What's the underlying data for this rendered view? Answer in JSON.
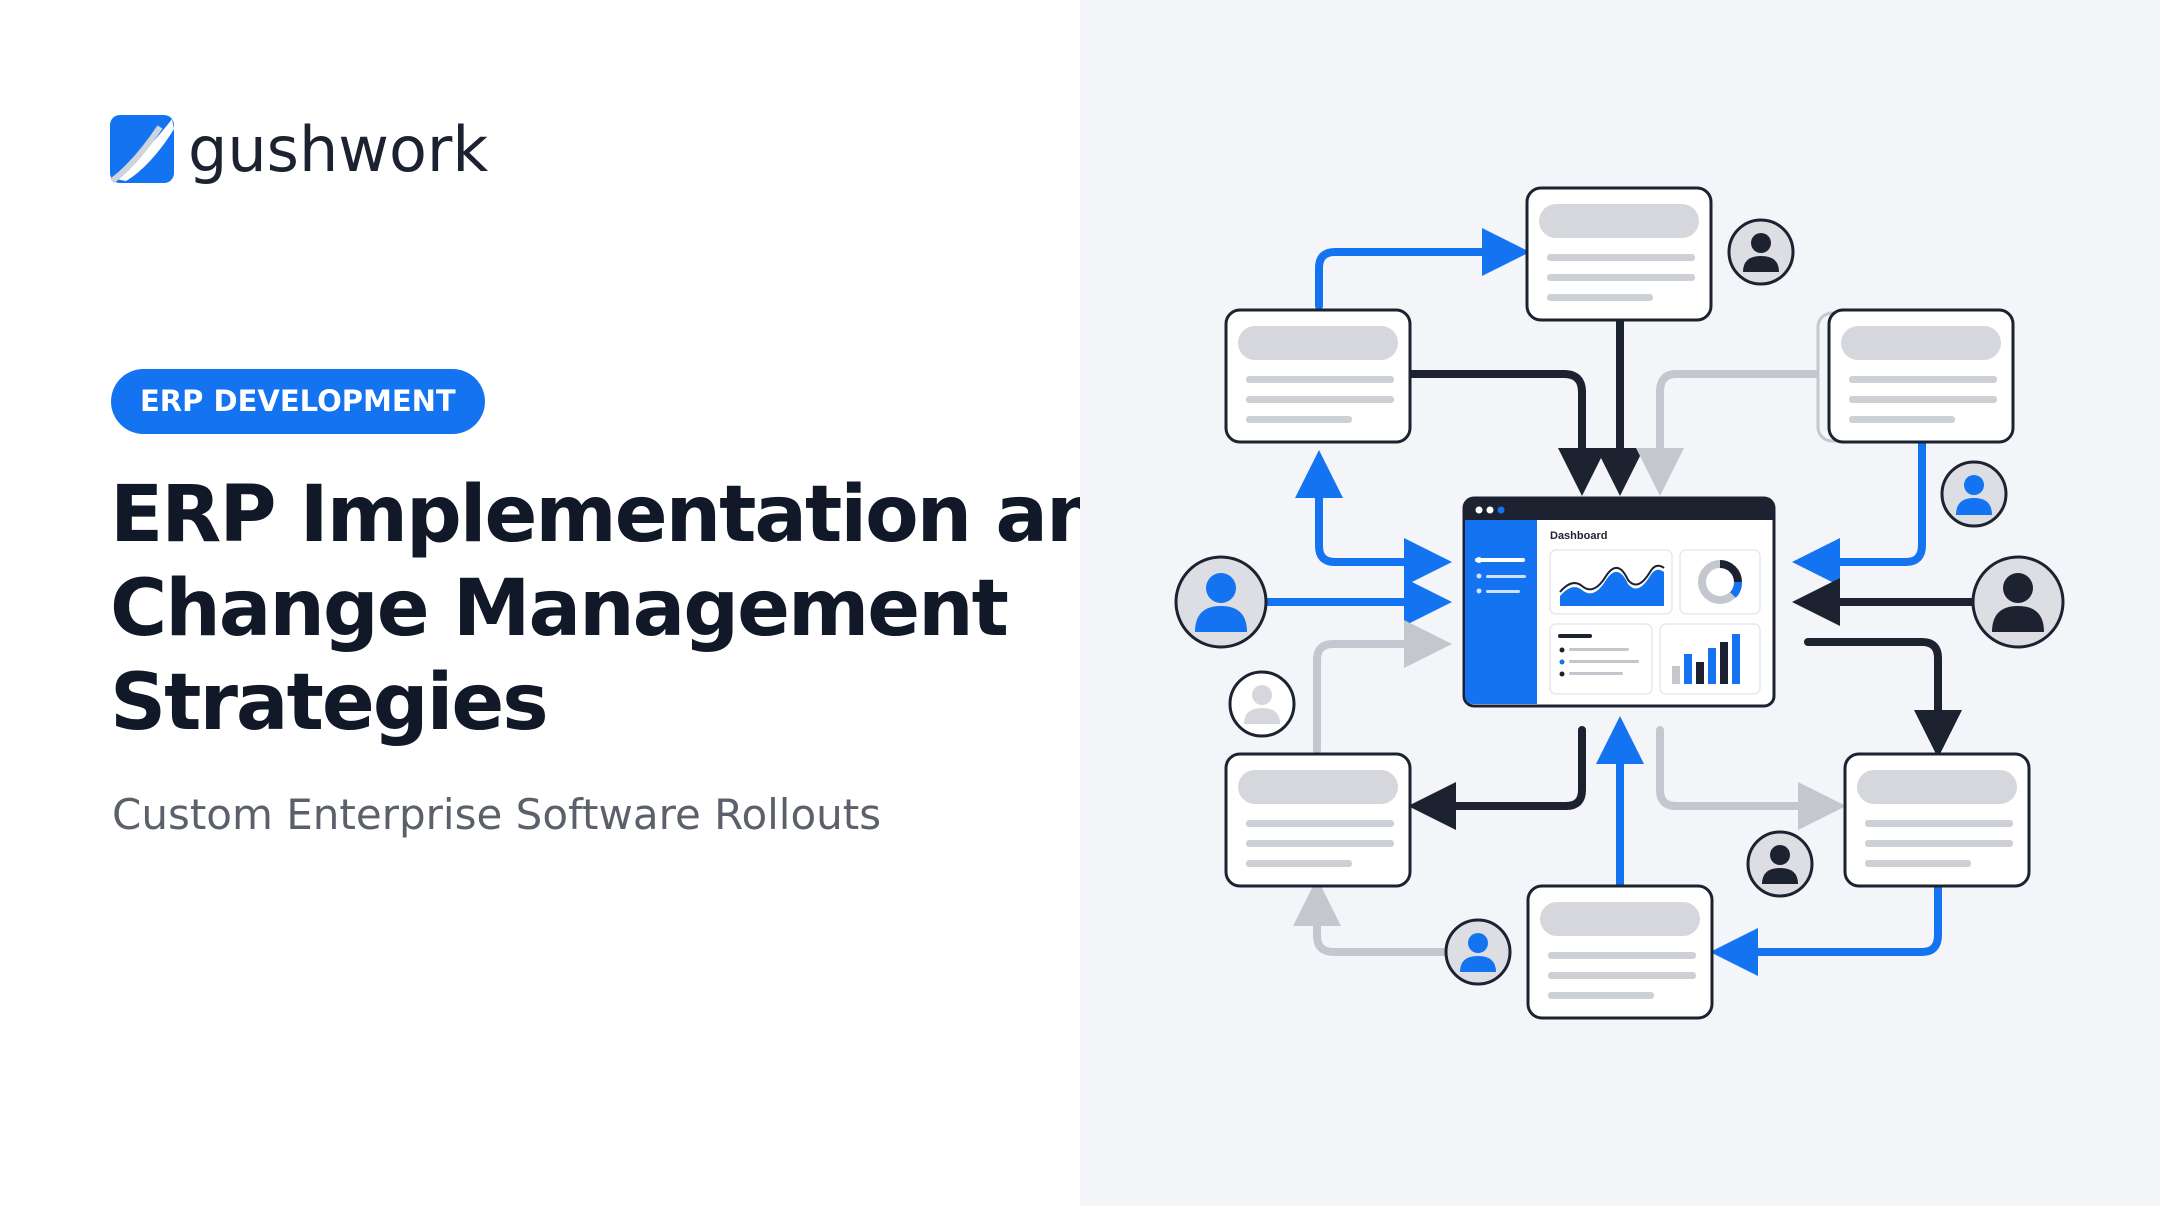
{
  "brand": {
    "name": "gushwork",
    "logo_icon": "gushwork-logo-icon",
    "accent_color": "#1473f0"
  },
  "badge": {
    "label": "ERP DEVELOPMENT"
  },
  "title": {
    "lines": [
      "ERP Implementation and",
      "Change Management",
      "Strategies"
    ]
  },
  "subtitle": "Custom Enterprise Software Rollouts",
  "illustration": {
    "dashboard_title": "Dashboard",
    "colors": {
      "blue": "#1473f0",
      "dark": "#1c2230",
      "gray": "#c4c7cd"
    }
  }
}
